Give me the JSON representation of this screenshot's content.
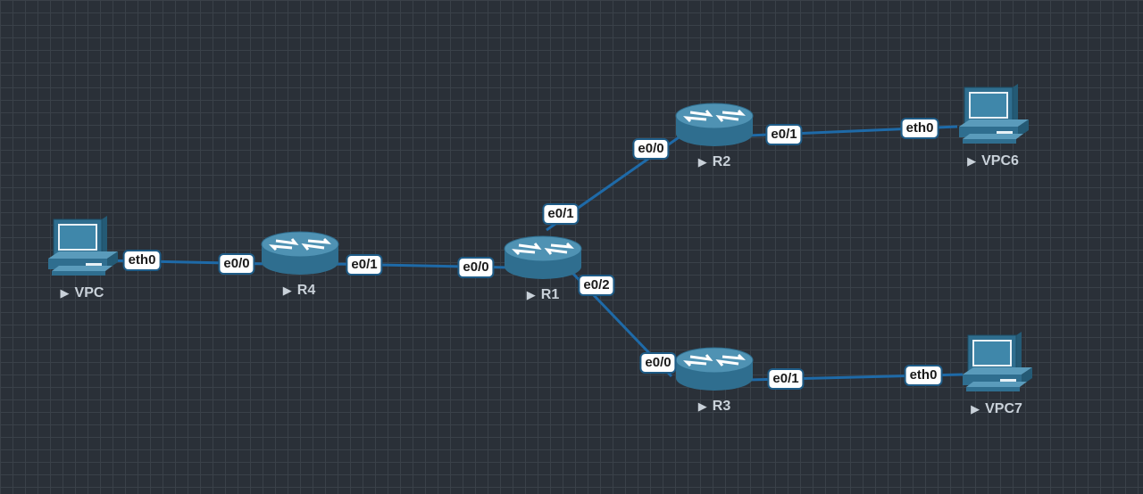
{
  "colors": {
    "background": "#2a3038",
    "grid": "#3a4149",
    "link": "#1e6aa8",
    "device": "#2f6e8f",
    "port_border": "#1e5b86",
    "label": "#c9d1d9"
  },
  "nodes": {
    "vpc": {
      "label": "VPC",
      "icon": "pc-icon"
    },
    "r4": {
      "label": "R4",
      "icon": "router-icon"
    },
    "r1": {
      "label": "R1",
      "icon": "router-icon"
    },
    "r2": {
      "label": "R2",
      "icon": "router-icon"
    },
    "r3": {
      "label": "R3",
      "icon": "router-icon"
    },
    "vpc6": {
      "label": "VPC6",
      "icon": "pc-icon"
    },
    "vpc7": {
      "label": "VPC7",
      "icon": "pc-icon"
    }
  },
  "ports": {
    "vpc_eth0": "eth0",
    "r4_e00": "e0/0",
    "r4_e01": "e0/1",
    "r1_e00": "e0/0",
    "r1_e01": "e0/1",
    "r1_e02": "e0/2",
    "r2_e00": "e0/0",
    "r2_e01": "e0/1",
    "vpc6_eth0": "eth0",
    "r3_e00": "e0/0",
    "r3_e01": "e0/1",
    "vpc7_eth0": "eth0"
  },
  "links": [
    {
      "from": "VPC",
      "from_port": "eth0",
      "to": "R4",
      "to_port": "e0/0"
    },
    {
      "from": "R4",
      "from_port": "e0/1",
      "to": "R1",
      "to_port": "e0/0"
    },
    {
      "from": "R1",
      "from_port": "e0/1",
      "to": "R2",
      "to_port": "e0/0"
    },
    {
      "from": "R1",
      "from_port": "e0/2",
      "to": "R3",
      "to_port": "e0/0"
    },
    {
      "from": "R2",
      "from_port": "e0/1",
      "to": "VPC6",
      "to_port": "eth0"
    },
    {
      "from": "R3",
      "from_port": "e0/1",
      "to": "VPC7",
      "to_port": "eth0"
    }
  ]
}
